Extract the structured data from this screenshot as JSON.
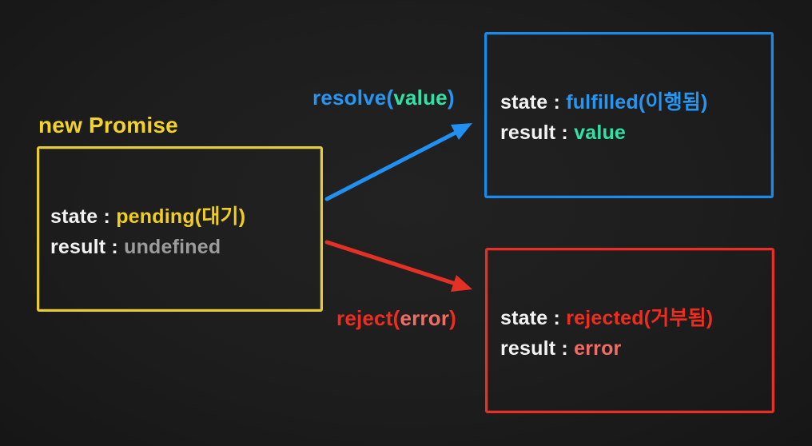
{
  "colors": {
    "background": "#1d1d1d",
    "yellow_border": "#e7cb3f",
    "yellow_text": "#f0ce20",
    "blue_border": "#1d89e8",
    "blue_text": "#2795f2",
    "teal_text": "#2fe3a4",
    "red_border": "#e53025",
    "red_text": "#ee2d20",
    "salmon_text": "#ef6d64",
    "gray_text": "#9c9c9c",
    "white_text": "#f2f2f2"
  },
  "pending_box": {
    "title": "new Promise",
    "state_label": "state : ",
    "state_value": "pending(대기)",
    "result_label": "result : ",
    "result_value": "undefined"
  },
  "fulfilled_box": {
    "state_label": "state : ",
    "state_value": "fulfilled(이행됨)",
    "result_label": "result : ",
    "result_value": "value"
  },
  "rejected_box": {
    "state_label": "state : ",
    "state_value": "rejected(거부됨)",
    "result_label": "result : ",
    "result_value": "error"
  },
  "resolve_arrow": {
    "label_prefix": "resolve(",
    "label_arg": "value",
    "label_suffix": ")"
  },
  "reject_arrow": {
    "label_prefix": "reject(",
    "label_arg": "error",
    "label_suffix": ")"
  }
}
